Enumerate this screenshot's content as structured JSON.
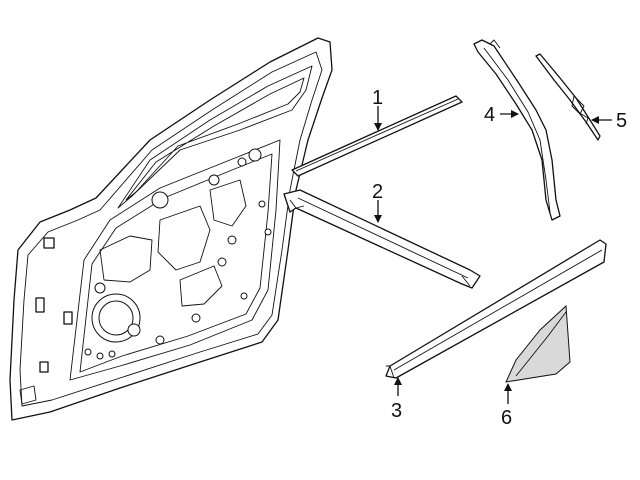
{
  "diagram": {
    "callouts": [
      {
        "id": "1",
        "label": "1"
      },
      {
        "id": "2",
        "label": "2"
      },
      {
        "id": "3",
        "label": "3"
      },
      {
        "id": "4",
        "label": "4"
      },
      {
        "id": "5",
        "label": "5"
      },
      {
        "id": "6",
        "label": "6"
      }
    ],
    "colors": {
      "ink": "#111111",
      "background": "#ffffff",
      "shade": "#d9d9d9"
    }
  }
}
